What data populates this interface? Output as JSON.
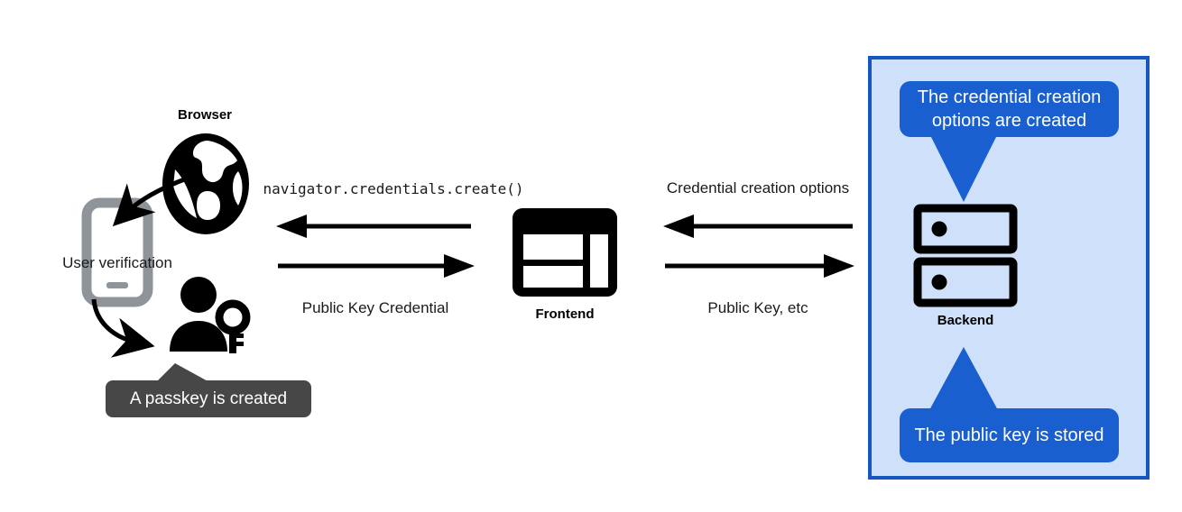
{
  "diagram": {
    "title": "Passkey registration flow (WebAuthn credential creation)",
    "background": "#ffffff",
    "colors": {
      "region_fill": "#cfe0fa",
      "region_border": "#1557c0",
      "callout_blue": "#1a5fd0",
      "tooltip_gray": "#474747",
      "icon_black": "#000000",
      "phone_gray": "#8e9499"
    }
  },
  "nodes": {
    "browser": {
      "label": "Browser",
      "icon": "globe-icon"
    },
    "frontend": {
      "label": "Frontend",
      "icon": "browser-window-icon"
    },
    "backend": {
      "label": "Backend",
      "icon": "server-stack-icon"
    },
    "phone": {
      "icon": "mobile-phone-icon"
    },
    "user_key": {
      "icon": "user-with-key-icon"
    }
  },
  "annotations": {
    "user_verification": "User verification",
    "passkey_created": "A passkey is created"
  },
  "flows": {
    "browser_frontend": {
      "top_label": "navigator.credentials.create()",
      "top_direction": "left",
      "bottom_label": "Public Key Credential",
      "bottom_direction": "right"
    },
    "frontend_backend": {
      "top_label": "Credential creation options",
      "top_direction": "left",
      "bottom_label": "Public Key, etc",
      "bottom_direction": "right"
    }
  },
  "callouts": [
    {
      "text": "The credential creation options are created",
      "position": "top",
      "tail": "down"
    },
    {
      "text": "The public key is stored",
      "position": "bottom",
      "tail": "up"
    }
  ]
}
